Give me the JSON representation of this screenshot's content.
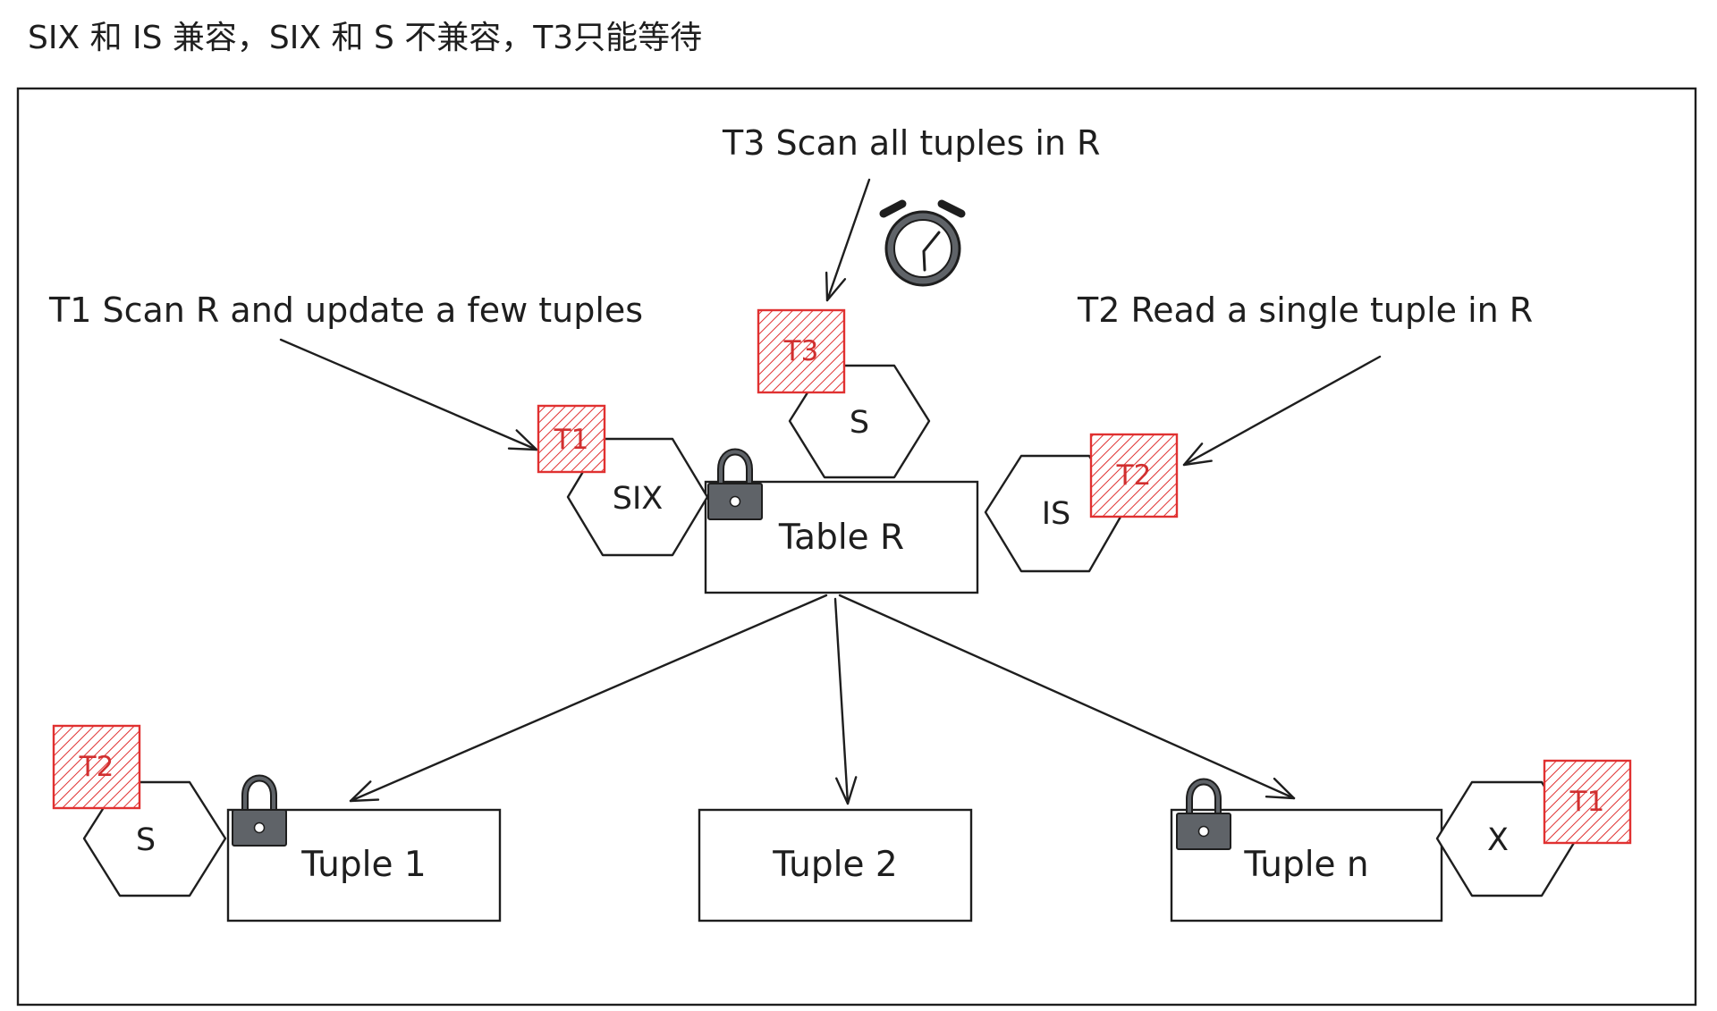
{
  "title": "SIX 和 IS 兼容，SIX 和 S 不兼容，T3只能等待",
  "notes": {
    "t1": "T1 Scan R and update a few tuples",
    "t2": "T2 Read a single tuple in R",
    "t3": "T3 Scan all tuples in R"
  },
  "nodes": {
    "table": "Table R",
    "tuple1": "Tuple 1",
    "tuple2": "Tuple 2",
    "tuplen": "Tuple n"
  },
  "locks": {
    "table_six": "SIX",
    "table_s": "S",
    "table_is": "IS",
    "tuple1_s": "S",
    "tuplen_x": "X"
  },
  "tags": {
    "table_six_txn": "T1",
    "table_s_txn": "T3",
    "table_is_txn": "T2",
    "tuple1_s_txn": "T2",
    "tuplen_x_txn": "T1"
  },
  "icons": [
    "lock-icon",
    "stopwatch-icon"
  ],
  "colors": {
    "ink": "#1e1e1e",
    "txn_tag": "#e03131",
    "lock": "#5f6368"
  }
}
